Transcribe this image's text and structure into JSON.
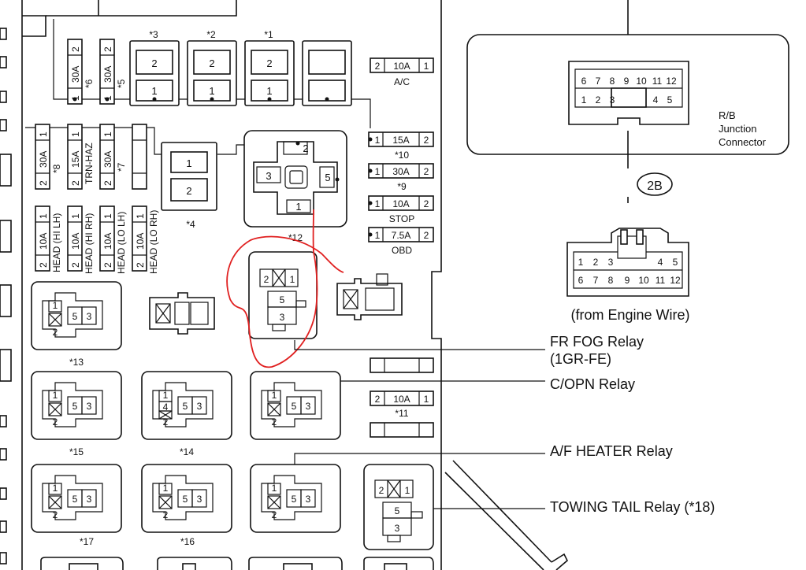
{
  "top_relays": [
    {
      "id": "*3",
      "pin_top": "2",
      "pin_bottom": "1"
    },
    {
      "id": "*2",
      "pin_top": "2",
      "pin_bottom": "1"
    },
    {
      "id": "*1",
      "pin_top": "2",
      "pin_bottom": "1"
    },
    {
      "id": "",
      "pin_top": "",
      "pin_bottom": ""
    }
  ],
  "vertical_fuses_top": [
    {
      "pin_left": "1",
      "rating": "30A",
      "pin_right": "2",
      "id": "*6"
    },
    {
      "pin_left": "1",
      "rating": "30A",
      "pin_right": "2",
      "id": "*5"
    }
  ],
  "vertical_fuses_mid": [
    {
      "pin_left": "2",
      "rating": "30A",
      "pin_right": "1",
      "id": "*8"
    },
    {
      "pin_left": "2",
      "rating": "15A",
      "pin_right": "1",
      "id": "TRN-HAZ"
    },
    {
      "pin_left": "2",
      "rating": "30A",
      "pin_right": "1",
      "id": "*7"
    }
  ],
  "head_fuses": [
    {
      "pin_left": "2",
      "rating": "10A",
      "pin_right": "1",
      "name": "HEAD (HI LH)"
    },
    {
      "pin_left": "2",
      "rating": "10A",
      "pin_right": "1",
      "name": "HEAD (HI RH)"
    },
    {
      "pin_left": "2",
      "rating": "10A",
      "pin_right": "1",
      "name": "HEAD (LO LH)"
    },
    {
      "pin_left": "2",
      "rating": "10A",
      "pin_right": "1",
      "name": "HEAD (LO RH)"
    }
  ],
  "relay_4": {
    "id": "*4",
    "pin_top": "1",
    "pin_bottom": "2"
  },
  "relay_12": {
    "id": "*12",
    "pin2": "2",
    "pin3": "3",
    "pin5": "5",
    "pin1": "1"
  },
  "h_fuses": [
    {
      "pin_left": "2",
      "rating": "10A",
      "pin_right": "1",
      "name": "A/C"
    },
    {
      "pin_left": "1",
      "rating": "15A",
      "pin_right": "2",
      "name": "*10"
    },
    {
      "pin_left": "1",
      "rating": "30A",
      "pin_right": "2",
      "name": "*9"
    },
    {
      "pin_left": "1",
      "rating": "10A",
      "pin_right": "2",
      "name": "STOP"
    },
    {
      "pin_left": "1",
      "rating": "7.5A",
      "pin_right": "2",
      "name": "OBD"
    },
    {
      "pin_left": "2",
      "rating": "10A",
      "pin_right": "1",
      "name": "*11"
    }
  ],
  "relay_pins": {
    "p1": "1",
    "p2": "2",
    "p3": "3",
    "p4": "4",
    "p5": "5"
  },
  "relay_ids": {
    "r13": "*13",
    "r15": "*15",
    "r14": "*14",
    "r17": "*17",
    "r16": "*16"
  },
  "rb_connector": {
    "top_row": [
      "6",
      "7",
      "8",
      "9",
      "10",
      "11",
      "12"
    ],
    "bottom_row": [
      "1",
      "2",
      "3",
      "4",
      "5"
    ],
    "label_line1": "R/B",
    "label_line2": "Junction",
    "label_line3": "Connector",
    "code": "2B"
  },
  "engine_connector": {
    "top_row": [
      "1",
      "2",
      "3",
      "4",
      "5"
    ],
    "bottom_row": [
      "6",
      "7",
      "8",
      "9",
      "10",
      "11",
      "12"
    ],
    "label": "(from Engine Wire)"
  },
  "callouts": {
    "fr_fog_line1": "FR FOG Relay",
    "fr_fog_line2": "(1GR-FE)",
    "copn": "C/OPN Relay",
    "af_heater": "A/F HEATER Relay",
    "towing": "TOWING TAIL Relay (*18)"
  },
  "colors": {
    "ink": "#111111",
    "annotation": "#e02020",
    "background": "#ffffff"
  }
}
